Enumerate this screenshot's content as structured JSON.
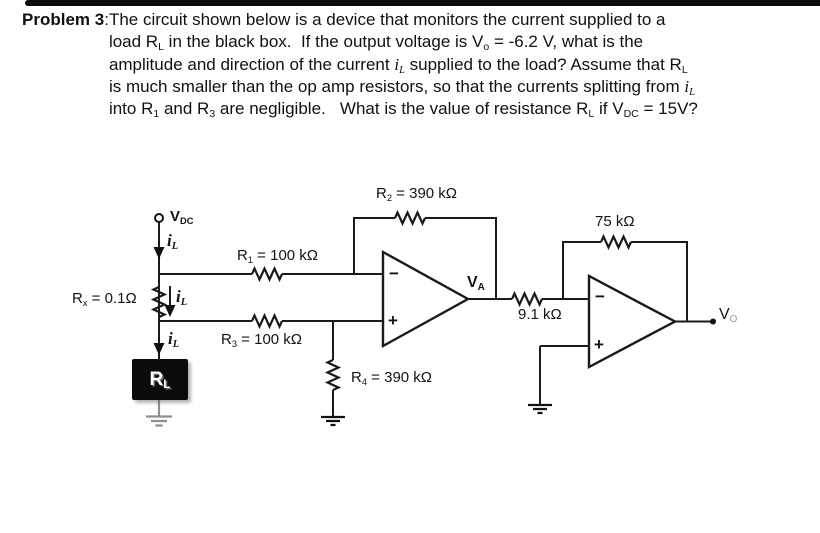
{
  "problem": {
    "label": [
      {
        "t": "Problem 3",
        "b": true
      },
      {
        "t": ":"
      }
    ],
    "lines": [
      [
        {
          "t": "The circuit shown below is a device that monitors the current supplied to a"
        }
      ],
      [
        {
          "t": "load R"
        },
        {
          "t": "L",
          "sub": true
        },
        {
          "t": " in the black box.  If the output voltage is V"
        },
        {
          "t": "o",
          "sub": true
        },
        {
          "t": " = -6.2 V, what is the"
        }
      ],
      [
        {
          "t": "amplitude and direction of the current "
        },
        {
          "t": "i",
          "i": true
        },
        {
          "t": "L",
          "i": true,
          "sub": true
        },
        {
          "t": " supplied to the load? Assume that R"
        },
        {
          "t": "L",
          "sub": true
        }
      ],
      [
        {
          "t": "is much smaller than the op amp resistors, so that the currents splitting from "
        },
        {
          "t": "i",
          "i": true
        },
        {
          "t": "L",
          "i": true,
          "sub": true
        }
      ],
      [
        {
          "t": "into R"
        },
        {
          "t": "1",
          "sub": true
        },
        {
          "t": " and R"
        },
        {
          "t": "3",
          "sub": true
        },
        {
          "t": " are negligible.   What is the value of resistance R"
        },
        {
          "t": "L",
          "sub": true
        },
        {
          "t": " if V"
        },
        {
          "t": "DC",
          "sub": true
        },
        {
          "t": " = 15V?"
        }
      ]
    ]
  },
  "circuit": {
    "vdc_label": [
      {
        "t": "V",
        "b": true
      },
      {
        "t": "DC",
        "b": true,
        "sub": true
      }
    ],
    "il_label": [
      {
        "t": "i",
        "i": true
      },
      {
        "t": "L",
        "i": true,
        "sub": true
      }
    ],
    "rx_label": [
      {
        "t": "R"
      },
      {
        "t": "x",
        "sub": true
      },
      {
        "t": " = 0.1Ω"
      }
    ],
    "r1_label": [
      {
        "t": "R"
      },
      {
        "t": "1",
        "sub": true
      },
      {
        "t": " = 100 kΩ"
      }
    ],
    "r2_label": [
      {
        "t": "R"
      },
      {
        "t": "2",
        "sub": true
      },
      {
        "t": " = 390 kΩ"
      }
    ],
    "r3_label": [
      {
        "t": "R"
      },
      {
        "t": "3",
        "sub": true
      },
      {
        "t": " = 100 kΩ"
      }
    ],
    "r4_label": [
      {
        "t": "R"
      },
      {
        "t": "4",
        "sub": true
      },
      {
        "t": " = 390 kΩ"
      }
    ],
    "rs_label": [
      {
        "t": "9.1 kΩ"
      }
    ],
    "rf_label": [
      {
        "t": "75 kΩ"
      }
    ],
    "va_label": [
      {
        "t": "V",
        "b": true
      },
      {
        "t": "A",
        "b": true,
        "sub": true
      }
    ],
    "vo_label": [
      {
        "t": "V"
      },
      {
        "t": "O",
        "sub": true,
        "c": "#9a9a9a"
      }
    ],
    "load_label": [
      {
        "t": "R",
        "b": true
      },
      {
        "t": "L",
        "b": true,
        "sub": true
      }
    ],
    "opamp1": {
      "minus": "−",
      "plus": "+"
    },
    "opamp2": {
      "minus": "−",
      "plus": "+"
    },
    "wire_color": "#1a1a1a",
    "ground_shadow_color": "#8f8f8f"
  }
}
